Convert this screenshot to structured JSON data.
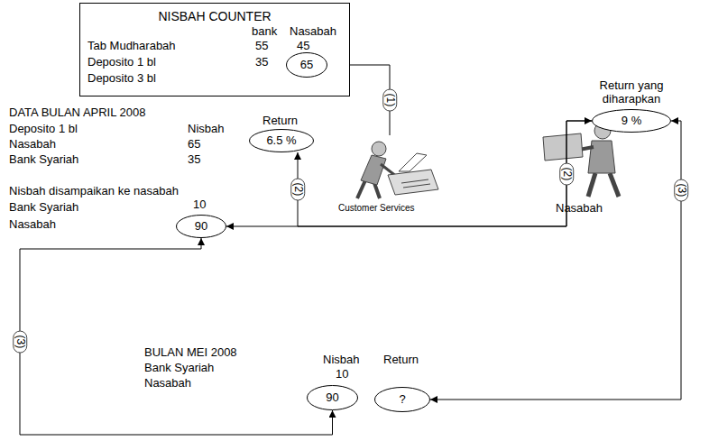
{
  "diagram": {
    "nodes": [
      {
        "text": [
          "NISBAH COUNTER",
          "bank",
          "Nasabah",
          "Tab Mudharabah",
          "55",
          "45",
          "Deposito 1 bl",
          "35",
          "Deposito 3 bl"
        ]
      },
      {
        "text": [
          "65"
        ],
        "in": 0
      },
      {
        "text": [
          "6.5 %"
        ]
      },
      {
        "text": [
          "Customer Services"
        ]
      },
      {
        "text": [
          "Return yang diharapkan",
          "9 %"
        ]
      },
      {
        "text": [
          "Nasabah"
        ]
      },
      {
        "text": [
          "90"
        ]
      },
      {
        "text": [
          "90"
        ]
      },
      {
        "text": [
          "?"
        ]
      }
    ],
    "edges": [
      {
        "from": 3,
        "to": 1,
        "arrow": "to",
        "label": "(1)"
      },
      {
        "from": 4,
        "to": 2,
        "arrow": "to",
        "label": "(2)"
      },
      {
        "from": 4,
        "to": 6,
        "arrow": "both",
        "label": "(2)"
      },
      {
        "from": 4,
        "to": 8,
        "arrow": "both",
        "label": "(3)"
      },
      {
        "from": 7,
        "to": 6,
        "arrow": "both",
        "label": "(3)"
      }
    ],
    "labels": [
      "DATA BULAN APRIL 2008",
      "Deposito 1 bl",
      "Nisbah",
      "Return",
      "Nasabah",
      "65",
      "Bank Syariah",
      "35",
      "Nisbah disampaikan ke nasabah",
      "Bank Syariah",
      "10",
      "Nasabah",
      "BULAN MEI 2008",
      "Bank Syariah",
      "Nasabah",
      "Nisbah",
      "10",
      "Return"
    ]
  }
}
